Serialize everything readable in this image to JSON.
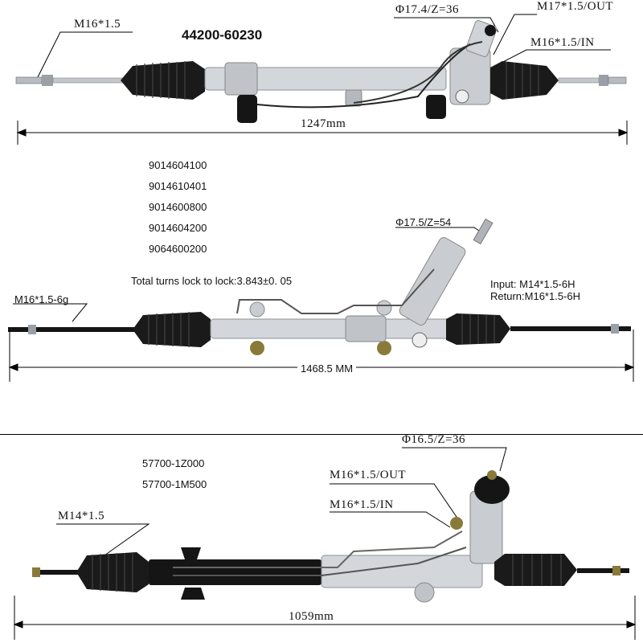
{
  "panels": [
    {
      "part_number": "44200-60230",
      "thread_left": "M16*1.5",
      "pinion": "Φ17.4/Z=36",
      "port_out": "M17*1.5/OUT",
      "port_in": "M16*1.5/IN",
      "length": "1247mm"
    },
    {
      "part_numbers": [
        "9014604100",
        "9014610401",
        "9014600800",
        "9014604200",
        "9064600200"
      ],
      "pinion": "Φ17.5/Z=54",
      "turns": "Total turns lock to lock:3.843±0. 05",
      "thread_left": "M16*1.5-6g",
      "input": "Input: M14*1.5-6H",
      "return": "Return:M16*1.5-6H",
      "length": "1468.5 MM"
    },
    {
      "part_numbers": [
        "57700-1Z000",
        "57700-1M500"
      ],
      "pinion": "Φ16.5/Z=36",
      "port_out": "M16*1.5/OUT",
      "port_in": "M16*1.5/IN",
      "thread_left": "M14*1.5",
      "length": "1059mm"
    }
  ],
  "colors": {
    "boot": "#1a1a1a",
    "housing": "#c9ccd0",
    "housing_dark": "#8e9398",
    "black_tube": "#151515",
    "line": "#000000",
    "bronze": "#8a7a3a"
  }
}
